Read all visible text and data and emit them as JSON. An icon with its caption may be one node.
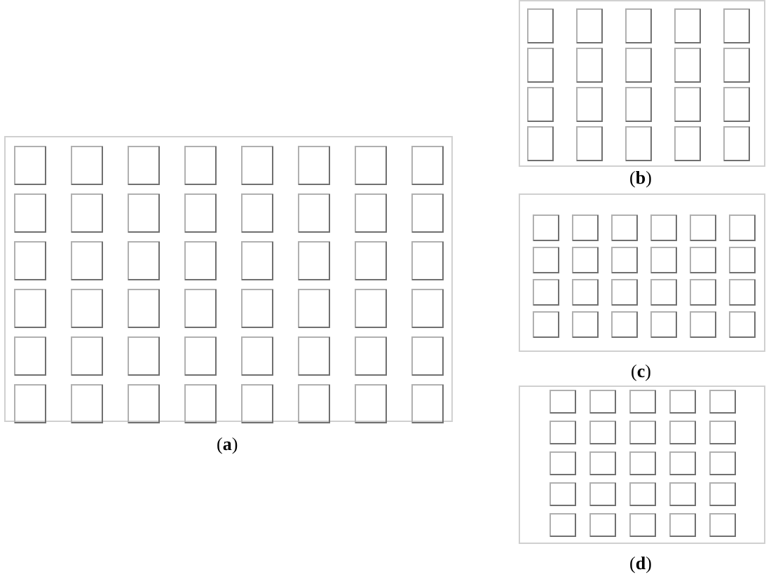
{
  "diagram": {
    "labels": [
      "(**a**)",
      "(**b**)",
      "(**c**)",
      "(**d**)"
    ]
  }
}
